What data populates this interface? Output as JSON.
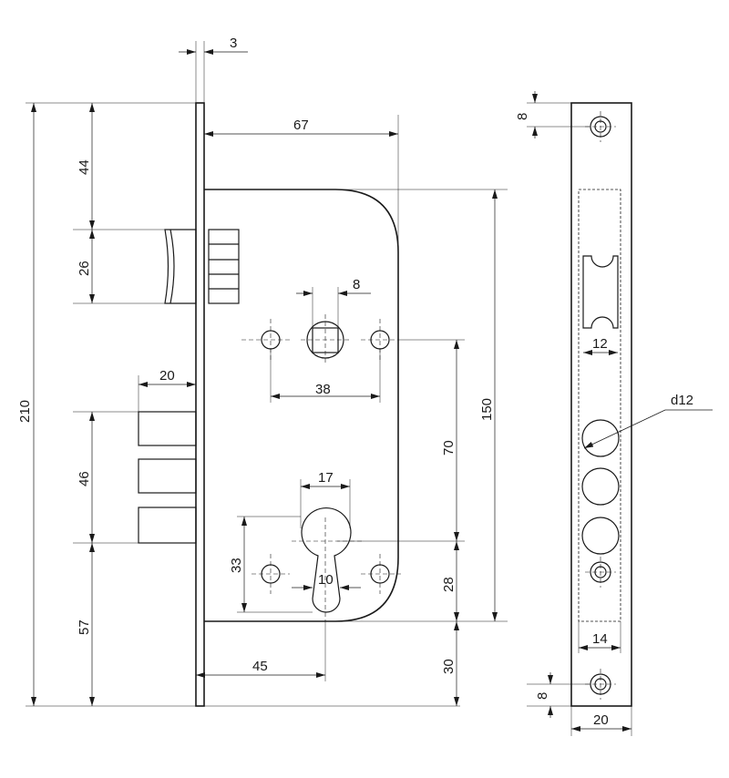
{
  "drawing": {
    "dimensions": {
      "d3": "3",
      "d67": "67",
      "d8_spindle": "8",
      "d38": "38",
      "d44": "44",
      "d26": "26",
      "d20_bolt": "20",
      "d46": "46",
      "d57": "57",
      "d210": "210",
      "d17": "17",
      "d33": "33",
      "d10": "10",
      "d45": "45",
      "d70": "70",
      "d150": "150",
      "d28": "28",
      "d30": "30",
      "d8_top": "8",
      "d12": "12",
      "d12_hole": "d12",
      "d14": "14",
      "d8_bottom": "8",
      "d20_plate": "20"
    }
  }
}
